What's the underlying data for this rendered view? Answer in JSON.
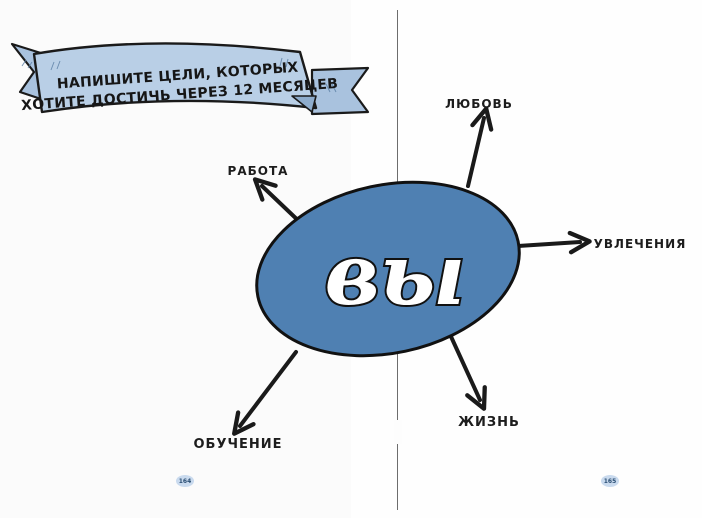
{
  "banner": {
    "line1": "НАПИШИТЕ ЦЕЛИ, КОТОРЫХ",
    "line2": "ХОТИТЕ ДОСТИЧЬ ЧЕРЕЗ 12 МЕСЯЦЕВ"
  },
  "center": {
    "label": "вы"
  },
  "branches": {
    "rabota": "РАБОТА",
    "lyubov": "ЛЮБОВЬ",
    "uvlecheniya": "УВЛЕЧЕНИЯ",
    "zhizn": "ЖИЗНЬ",
    "obuchenie": "ОБУЧЕНИЕ"
  },
  "pages": {
    "left": "164",
    "right": "165"
  },
  "colors": {
    "ellipse_fill": "#4f80b2",
    "banner_fill": "#b9cfe6",
    "badge_fill": "#c9daee",
    "ink": "#1a1a1a"
  }
}
